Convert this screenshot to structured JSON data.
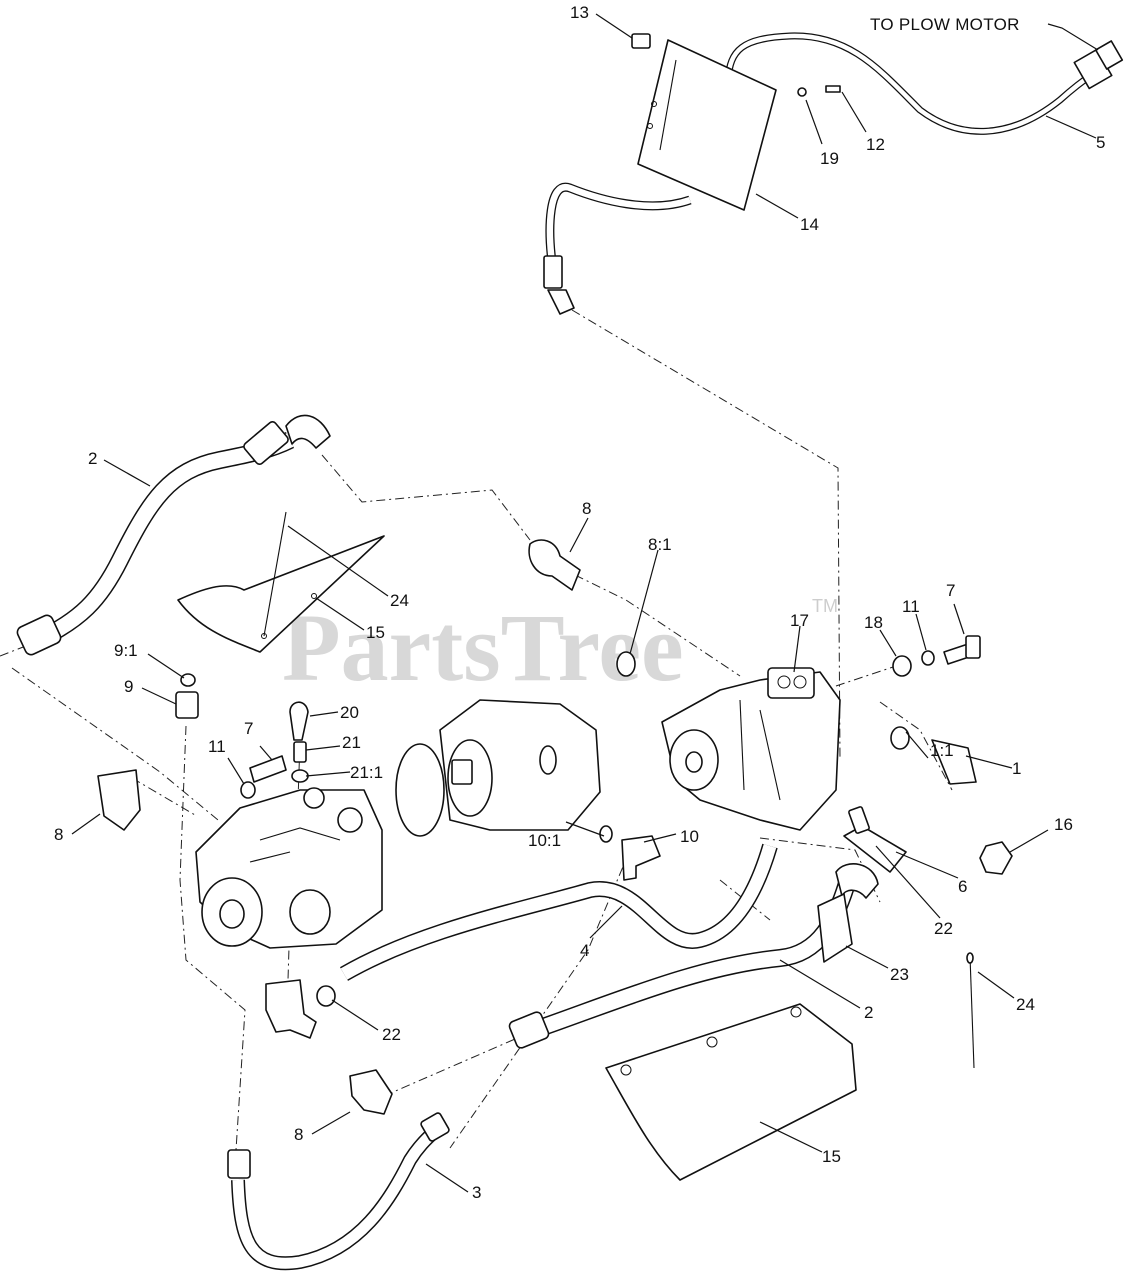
{
  "note": {
    "plow_motor": "TO PLOW MOTOR"
  },
  "watermark": {
    "brand": "PartsTree",
    "mark": "TM"
  },
  "callouts": [
    {
      "label": "13",
      "id": "13"
    },
    {
      "label": "12",
      "id": "12"
    },
    {
      "label": "19",
      "id": "19"
    },
    {
      "label": "5",
      "id": "5"
    },
    {
      "label": "14",
      "id": "14"
    },
    {
      "label": "2",
      "id": "2-top"
    },
    {
      "label": "24",
      "id": "24-top"
    },
    {
      "label": "15",
      "id": "15-top"
    },
    {
      "label": "8",
      "id": "8-top"
    },
    {
      "label": "8:1",
      "id": "8-1"
    },
    {
      "label": "17",
      "id": "17"
    },
    {
      "label": "18",
      "id": "18"
    },
    {
      "label": "11",
      "id": "11-right"
    },
    {
      "label": "7",
      "id": "7-right"
    },
    {
      "label": "1:1",
      "id": "1-1"
    },
    {
      "label": "1",
      "id": "1"
    },
    {
      "label": "16",
      "id": "16"
    },
    {
      "label": "6",
      "id": "6"
    },
    {
      "label": "22",
      "id": "22-right"
    },
    {
      "label": "9:1",
      "id": "9-1"
    },
    {
      "label": "9",
      "id": "9"
    },
    {
      "label": "20",
      "id": "20"
    },
    {
      "label": "21",
      "id": "21"
    },
    {
      "label": "21:1",
      "id": "21-1"
    },
    {
      "label": "7",
      "id": "7-left"
    },
    {
      "label": "11",
      "id": "11-left"
    },
    {
      "label": "8",
      "id": "8-left"
    },
    {
      "label": "10:1",
      "id": "10-1"
    },
    {
      "label": "10",
      "id": "10"
    },
    {
      "label": "4",
      "id": "4"
    },
    {
      "label": "23",
      "id": "23"
    },
    {
      "label": "24",
      "id": "24-right"
    },
    {
      "label": "2",
      "id": "2-bottom"
    },
    {
      "label": "22",
      "id": "22-left"
    },
    {
      "label": "8",
      "id": "8-bottom"
    },
    {
      "label": "3",
      "id": "3"
    },
    {
      "label": "15",
      "id": "15-bottom"
    }
  ]
}
